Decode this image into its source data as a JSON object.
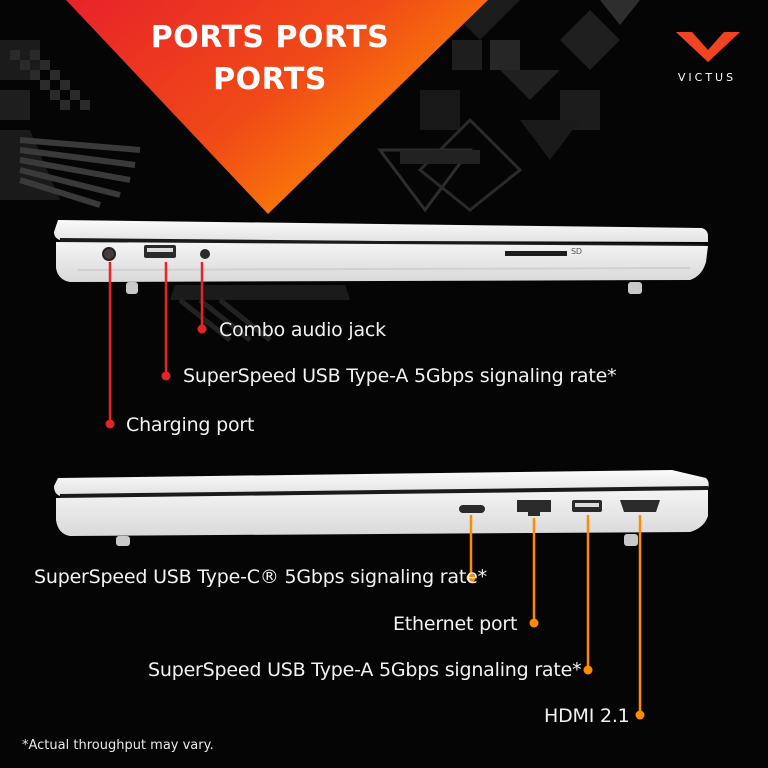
{
  "header": {
    "headline_line1": "PORTS PORTS",
    "headline_line2": "PORTS",
    "brand_name": "VICTUS",
    "accent_colors": {
      "red": "#e8222a",
      "orange": "#ff8a00"
    }
  },
  "left_side": {
    "port_marks": [
      "SD"
    ],
    "callouts": [
      {
        "label": "Combo audio jack",
        "dot_color": "#e8222a"
      },
      {
        "label": "SuperSpeed USB Type-A 5Gbps signaling rate*",
        "dot_color": "#e8222a"
      },
      {
        "label": "Charging port",
        "dot_color": "#e8222a"
      }
    ]
  },
  "right_side": {
    "callouts": [
      {
        "label": "SuperSpeed USB Type-C® 5Gbps signaling rate*",
        "dot_color": "#ff8a00"
      },
      {
        "label": "Ethernet port",
        "dot_color": "#ff8a00"
      },
      {
        "label": "SuperSpeed USB Type-A 5Gbps signaling rate*",
        "dot_color": "#ff8a00"
      },
      {
        "label": "HDMI 2.1",
        "dot_color": "#ff8a00"
      }
    ]
  },
  "footnote": "*Actual throughput may vary."
}
